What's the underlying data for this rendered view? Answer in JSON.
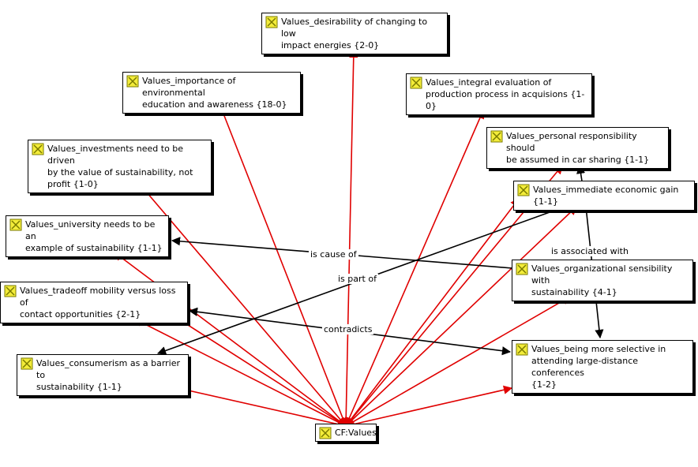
{
  "colors": {
    "code_link": "#e00000",
    "relation_link": "#000000",
    "icon_yellow": "#f3ec3a",
    "icon_outline": "#7a7a00"
  },
  "icon": "code-family-icon",
  "center": {
    "label": "CF:Values"
  },
  "nodes": [
    {
      "id": "desirability",
      "label": "Values_desirability of changing to low\nimpact energies {2-0}"
    },
    {
      "id": "importance",
      "label": "Values_importance of environmental\neducation and awareness {18-0}"
    },
    {
      "id": "integral",
      "label": "Values_integral evaluation of\nproduction process in acquisions {1-0}"
    },
    {
      "id": "personal",
      "label": "Values_personal responsibility should\nbe assumed in car sharing {1-1}"
    },
    {
      "id": "investments",
      "label": "Values_investments need to be driven\nby the value of sustainability, not\nprofit {1-0}"
    },
    {
      "id": "immediate",
      "label": "Values_immediate economic gain {1-1}"
    },
    {
      "id": "university",
      "label": "Values_university needs to be an\nexample of sustainability {1-1}"
    },
    {
      "id": "organizational",
      "label": "Values_organizational sensibility with\nsustainability {4-1}"
    },
    {
      "id": "tradeoff",
      "label": "Values_tradeoff mobility versus loss of\ncontact opportunities {2-1}"
    },
    {
      "id": "consumerism",
      "label": "Values_consumerism as a barrier to\nsustainability {1-1}"
    },
    {
      "id": "selective",
      "label": "Values_being more selective in\nattending large-distance conferences\n{1-2}"
    }
  ],
  "relations": [
    {
      "id": "cause",
      "label": "is cause of"
    },
    {
      "id": "partof",
      "label": "is part of"
    },
    {
      "id": "associated",
      "label": "is associated with"
    },
    {
      "id": "contradicts",
      "label": "contradicts"
    }
  ]
}
